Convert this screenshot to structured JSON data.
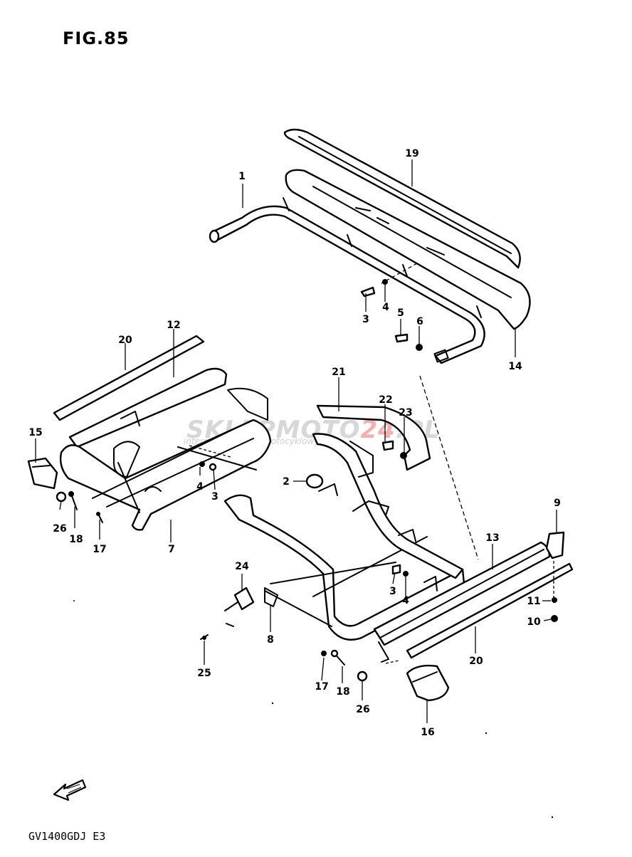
{
  "figure": {
    "title": "FIG.85",
    "model_code": "GV1400GDJ E3",
    "watermark_main_a": "SKLEPMOTO",
    "watermark_main_b": "24",
    "watermark_main_c": ".PL",
    "watermark_sub": "internetowy sklep motocyklowy"
  },
  "callouts": {
    "c1": "1",
    "c19": "19",
    "c14": "14",
    "c3a": "3",
    "c4a": "4",
    "c5": "5",
    "c6": "6",
    "c12": "12",
    "c20a": "20",
    "c15": "15",
    "c4b": "4",
    "c3b": "3",
    "c26a": "26",
    "c18a": "18",
    "c17a": "17",
    "c7": "7",
    "c21": "21",
    "c22": "22",
    "c23": "23",
    "c2": "2",
    "c9": "9",
    "c13": "13",
    "c3c": "3",
    "c4c": "4",
    "c24": "24",
    "c8": "8",
    "c11": "11",
    "c10": "10",
    "c25": "25",
    "c17b": "17",
    "c18b": "18",
    "c26b": "26",
    "c20b": "20",
    "c16": "16"
  }
}
